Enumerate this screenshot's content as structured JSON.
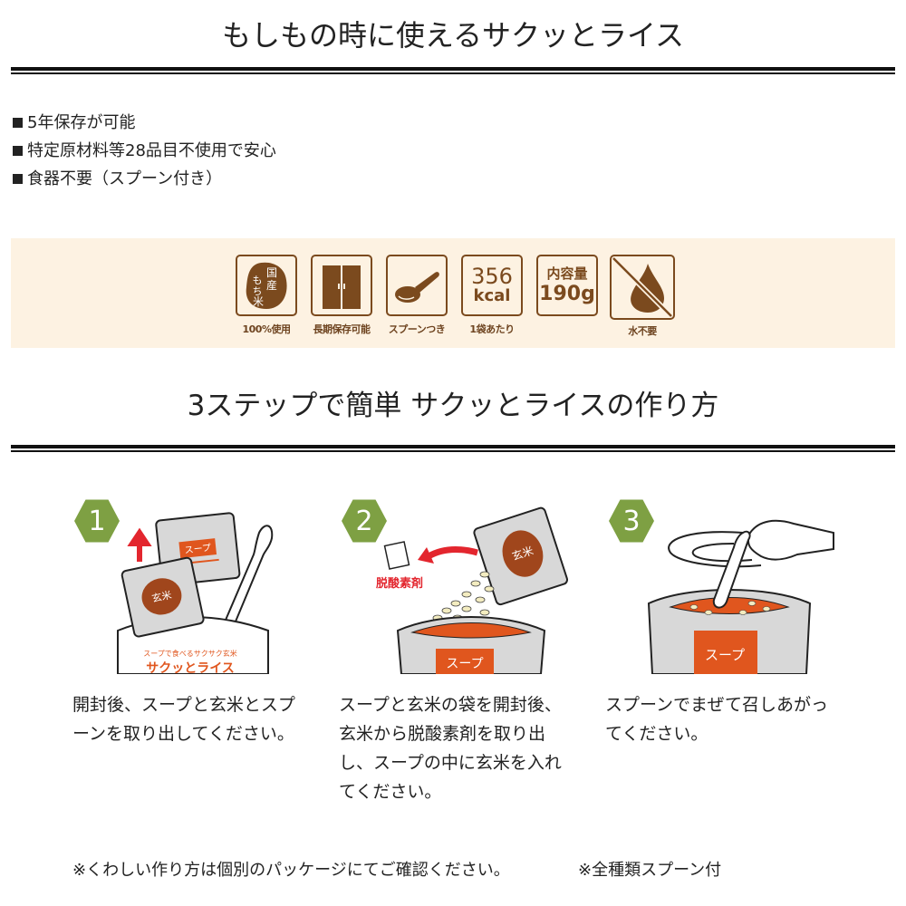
{
  "header": {
    "title": "もしもの時に使えるサクッとライス"
  },
  "features": [
    {
      "marker": "■",
      "text": "5年保存が可能"
    },
    {
      "marker": "■",
      "text": "特定原材料等28品目不使用で安心"
    },
    {
      "marker": "■",
      "text": "食器不要（スプーン付き）"
    }
  ],
  "icons": [
    {
      "name": "mochi-rice-icon",
      "lines": [
        "国",
        "産",
        "もち",
        "米"
      ],
      "label": "100%使用"
    },
    {
      "name": "cabinet-icon",
      "label": "長期保存可能"
    },
    {
      "name": "spoon-icon",
      "label": "スプーンつき"
    },
    {
      "name": "calorie-icon",
      "value": "356",
      "unit": "kcal",
      "label": "1袋あたり"
    },
    {
      "name": "content-icon",
      "heading": "内容量",
      "value": "190g",
      "label": ""
    },
    {
      "name": "no-water-icon",
      "label": "水不要"
    }
  ],
  "colors": {
    "brand_brown": "#7b4a1e",
    "band_bg": "#fdf2e2",
    "step_green": "#7ea043",
    "soup_orange": "#e0561e",
    "arrow_red": "#e3262e"
  },
  "how_to": {
    "title": "3ステップで簡単 サクッとライスの作り方",
    "steps": [
      {
        "number": "1",
        "badge_labels": [
          "スープ",
          "玄米"
        ],
        "text": "開封後、スープと玄米とスプーンを取り出してください。"
      },
      {
        "number": "2",
        "badge_labels": [
          "脱酸素剤",
          "玄米",
          "スープ"
        ],
        "text": "スープと玄米の袋を開封後、玄米から脱酸素剤を取り出し、スープの中に玄米を入れてください。"
      },
      {
        "number": "3",
        "badge_labels": [
          "スープ"
        ],
        "text": "スプーンでまぜて召しあがってください。"
      }
    ]
  },
  "notes": {
    "package": "※くわしい作り方は個別のパッケージにてご確認ください。",
    "spoon": "※全種類スプーン付"
  }
}
